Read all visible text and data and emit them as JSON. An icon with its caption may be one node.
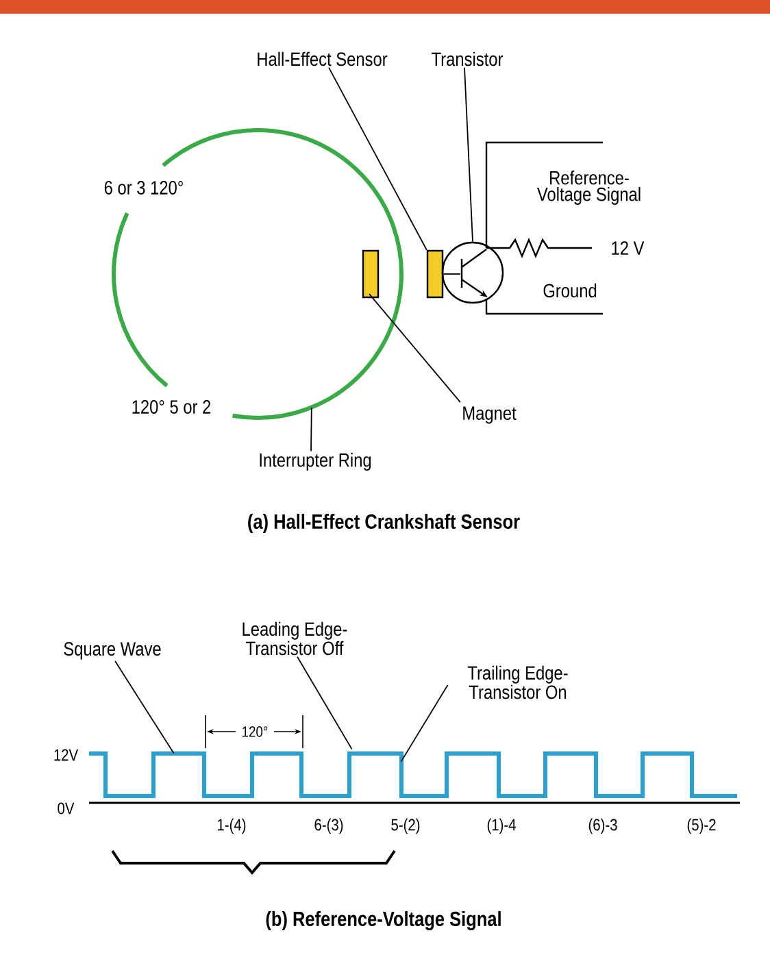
{
  "diagram": {
    "nodes": [
      {
        "text": [
          "Hall-Effect Sensor"
        ]
      },
      {
        "text": [
          "Transistor"
        ]
      },
      {
        "text": [],
        "shape": "line"
      },
      {
        "text": [],
        "shape": "circle"
      },
      {
        "text": [],
        "shape": "box",
        "in": 3
      },
      {
        "text": [],
        "shape": "box"
      },
      {
        "text": [],
        "shape": "circle"
      },
      {
        "text": [
          "Magnet"
        ]
      },
      {
        "text": [
          "Interrupter Ring"
        ]
      },
      {
        "text": [
          "Square Wave"
        ]
      },
      {
        "text": [
          "Leading Edge- Transistor Off"
        ]
      },
      {
        "text": [
          "Trailing Edge- Transistor On"
        ]
      }
    ],
    "edges": [
      {
        "from": 0,
        "to": 5,
        "arrow": "none"
      },
      {
        "from": 1,
        "to": 6,
        "arrow": "none"
      },
      {
        "from": 5,
        "to": 6,
        "arrow": "none"
      },
      {
        "from": 7,
        "to": 4,
        "arrow": "none"
      },
      {
        "from": 8,
        "to": 3,
        "arrow": "none"
      },
      {
        "from": 9,
        "to": 2,
        "arrow": "none"
      },
      {
        "from": 10,
        "to": 2,
        "arrow": "none"
      },
      {
        "from": 11,
        "to": 2,
        "arrow": "none"
      }
    ],
    "labels": [
      "6 or 3 120°",
      "Reference- Voltage Signal",
      "12 V",
      "Ground",
      "120° 5 or 2",
      "(a) Hall-Effect Crankshaft Sensor",
      "12V",
      "120°",
      "0V",
      "1-(4)",
      "6-(3)",
      "5-(2)",
      "(1)-4",
      "(6)-3",
      "(5)-2",
      "(b) Reference-Voltage Signal"
    ]
  }
}
